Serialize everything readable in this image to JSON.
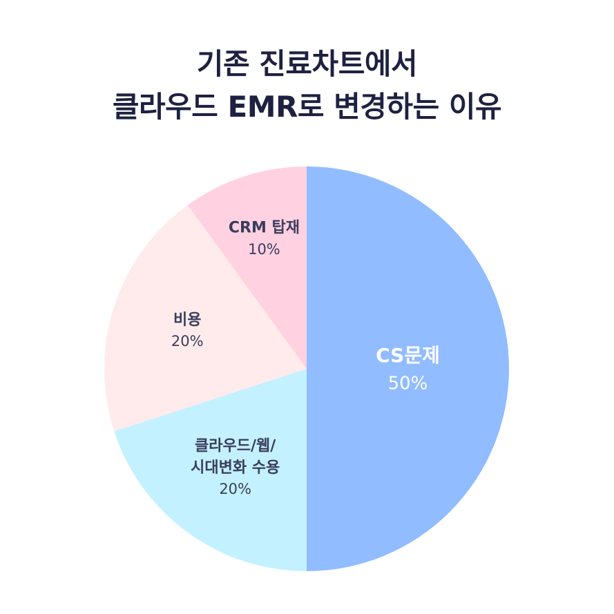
{
  "title": {
    "line1": "기존 진료차트에서",
    "line2": "클라우드 EMR로 변경하는 이유"
  },
  "chart_data": {
    "type": "pie",
    "title": "기존 진료차트에서 클라우드 EMR로 변경하는 이유",
    "slices": [
      {
        "label": [
          "CS문제"
        ],
        "value": 50,
        "value_label": "50%",
        "color": "#91bcff",
        "text_color": "#ffffff"
      },
      {
        "label": [
          "클라우드/웹/",
          "시대변화 수용"
        ],
        "value": 20,
        "value_label": "20%",
        "color": "#c3f1ff",
        "text_color": "#3a3d5c"
      },
      {
        "label": [
          "비용"
        ],
        "value": 20,
        "value_label": "20%",
        "color": "#ffebeb",
        "text_color": "#3a3d5c"
      },
      {
        "label": [
          "CRM 탑재"
        ],
        "value": 10,
        "value_label": "10%",
        "color": "#ffd1e1",
        "text_color": "#3a3d5c"
      }
    ],
    "start": "12 o'clock",
    "direction": "clockwise"
  }
}
